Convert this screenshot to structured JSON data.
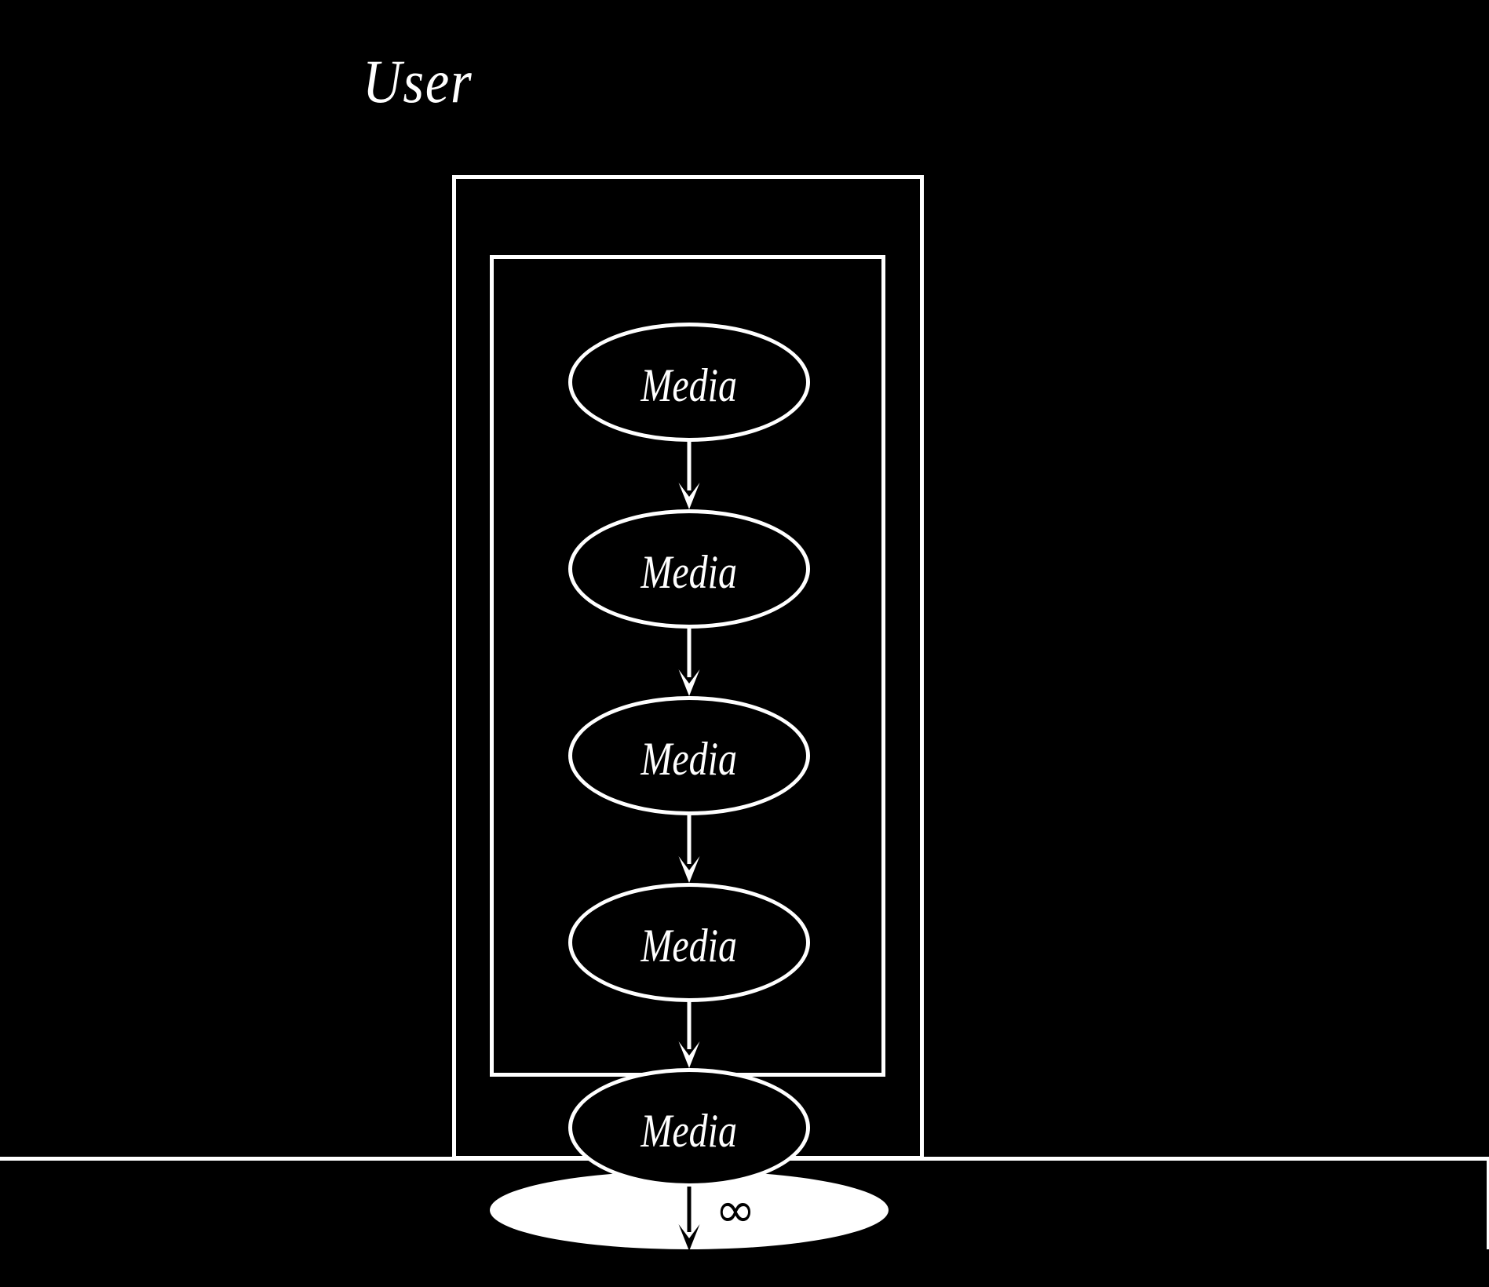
{
  "colors": {
    "background": "#000000",
    "stroke": "#ffffff",
    "node_fill": "#000000",
    "node_text": "#ffffff",
    "highlight_fill": "#ffffff",
    "final_arrow": "#000000",
    "infinity_color": "#000000"
  },
  "diagram": {
    "user_label": "User",
    "infinity_label": "∞",
    "media_nodes": [
      {
        "label": "Media"
      },
      {
        "label": "Media"
      },
      {
        "label": "Media"
      },
      {
        "label": "Media"
      },
      {
        "label": "Media"
      }
    ],
    "flow": {
      "direction": "top-to-bottom",
      "edge_count": 5,
      "last_edge_annotation": "∞"
    }
  }
}
